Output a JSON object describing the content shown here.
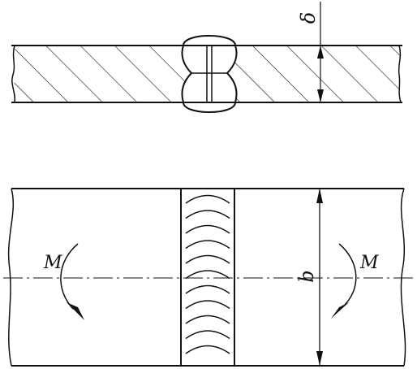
{
  "labels": {
    "thickness": "δ",
    "moment_left": "M",
    "moment_right": "M",
    "width": "b"
  },
  "colors": {
    "line": "#111111",
    "background": "#ffffff"
  }
}
